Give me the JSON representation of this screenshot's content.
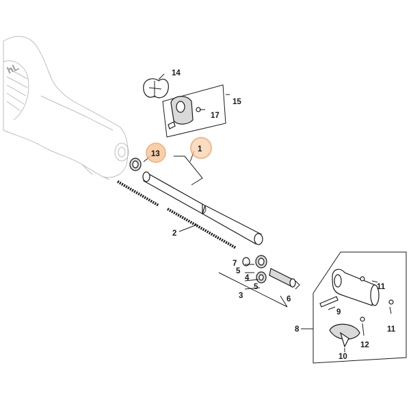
{
  "labels": {
    "p1": "1",
    "p2": "2",
    "p3": "3",
    "p4": "4",
    "p5a": "5",
    "p5b": "5",
    "p6": "6",
    "p7": "7",
    "p8": "8",
    "p9": "9",
    "p10": "10",
    "p11a": "11",
    "p11b": "11",
    "p12": "12",
    "p13": "13",
    "p14": "14",
    "p15": "15",
    "p17": "17"
  },
  "brand_fragment": "hL",
  "colors": {
    "highlight_fill": "#f7c79b",
    "highlight_stroke": "#f0a060",
    "line": "#1a1a1a",
    "motor_ghost": "#bdbdbd"
  }
}
